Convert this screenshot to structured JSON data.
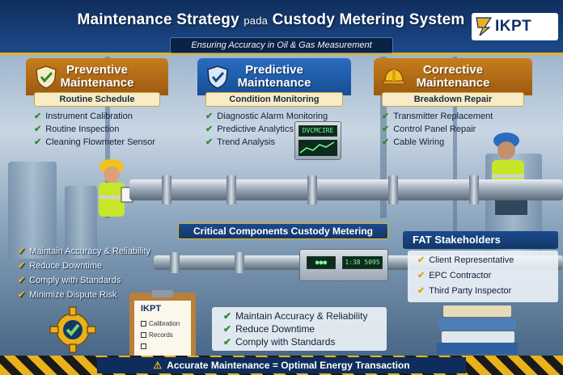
{
  "header": {
    "title_part1": "Maintenance Strategy",
    "title_part2": "pada",
    "title_part3": "Custody Metering System",
    "subtitle": "Ensuring Accuracy in Oil & Gas Measurement",
    "logo_text": "IKPT"
  },
  "panels": [
    {
      "title": "Preventive Maintenance",
      "subtitle": "Routine Schedule",
      "icon": "shield-check-icon",
      "items": [
        "Instrument Calibration",
        "Routine Inspection",
        "Cleaning Flowmeter Sensor"
      ]
    },
    {
      "title": "Predictive Maintenance",
      "subtitle": "Condition Monitoring",
      "icon": "shield-check-icon",
      "items": [
        "Diagnostic Alarm Monitoring",
        "Predictive Analytics",
        "Trend Analysis"
      ]
    },
    {
      "title": "Corrective Maintenance",
      "subtitle": "Breakdown Repair",
      "icon": "hard-hat-icon",
      "items": [
        "Transmitter Replacement",
        "Control Panel Repair",
        "Cable Wiring"
      ]
    }
  ],
  "middle": {
    "title": "Critical Components Custody Metering",
    "benefits": [
      "Maintain Accuracy & Reliability",
      "Reduce Downtime",
      "Comply with Standards",
      "Minimize Dispute Risk"
    ]
  },
  "fat": {
    "title": "FAT Stakeholders",
    "items": [
      "Client Representative",
      "EPC Contractor",
      "Third Party Inspector"
    ]
  },
  "bottom_benefits": [
    "Maintain Accuracy & Reliability",
    "Reduce Downtime",
    "Comply with Standards"
  ],
  "clipboard": {
    "logo": "IKPT",
    "items": [
      "Calibration",
      "Records"
    ]
  },
  "screens": {
    "predictive_monitor": "DVCMCIRE",
    "metering_display": "1:38 5095"
  },
  "footer": {
    "text": "Accurate Maintenance = Optimal Energy Transaction"
  },
  "colors": {
    "navy": "#0f2d5c",
    "accent_yellow": "#e9b21b",
    "orange_panel": "#c67d1c",
    "blue_panel": "#2a6cc0",
    "check_green": "#2d8a2d"
  }
}
